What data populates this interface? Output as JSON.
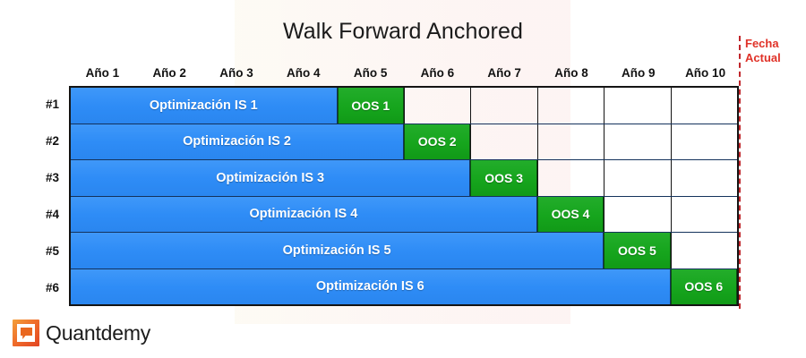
{
  "chart_data": {
    "type": "bar",
    "title": "Walk Forward Anchored",
    "xlabel": "",
    "ylabel": "",
    "grid": true,
    "legend_position": "none",
    "categories": [
      "Año 1",
      "Año 2",
      "Año 3",
      "Año 4",
      "Año 5",
      "Año 6",
      "Año 7",
      "Año 8",
      "Año 9",
      "Año 10"
    ],
    "x_range": [
      1,
      10
    ],
    "row_labels": [
      "#1",
      "#2",
      "#3",
      "#4",
      "#5",
      "#6"
    ],
    "annotations": [
      {
        "name": "current-date-marker",
        "label_line1": "Fecha",
        "label_line2": "Actual",
        "x": 10,
        "style": "dash-dot vertical line",
        "color": "#e03228"
      }
    ],
    "series": [
      {
        "row": "#1",
        "segments": [
          {
            "label": "Optimización IS 1",
            "kind": "IS",
            "start_year": 1,
            "end_year": 5,
            "color": "#2e8cf6"
          },
          {
            "label": "OOS 1",
            "kind": "OOS",
            "start_year": 5,
            "end_year": 6,
            "color": "#16a51d"
          }
        ]
      },
      {
        "row": "#2",
        "segments": [
          {
            "label": "Optimización IS 2",
            "kind": "IS",
            "start_year": 1,
            "end_year": 6,
            "color": "#2e8cf6"
          },
          {
            "label": "OOS 2",
            "kind": "OOS",
            "start_year": 6,
            "end_year": 7,
            "color": "#16a51d"
          }
        ]
      },
      {
        "row": "#3",
        "segments": [
          {
            "label": "Optimización IS 3",
            "kind": "IS",
            "start_year": 1,
            "end_year": 7,
            "color": "#2e8cf6"
          },
          {
            "label": "OOS 3",
            "kind": "OOS",
            "start_year": 7,
            "end_year": 8,
            "color": "#16a51d"
          }
        ]
      },
      {
        "row": "#4",
        "segments": [
          {
            "label": "Optimización IS 4",
            "kind": "IS",
            "start_year": 1,
            "end_year": 8,
            "color": "#2e8cf6"
          },
          {
            "label": "OOS 4",
            "kind": "OOS",
            "start_year": 8,
            "end_year": 9,
            "color": "#16a51d"
          }
        ]
      },
      {
        "row": "#5",
        "segments": [
          {
            "label": "Optimización IS 5",
            "kind": "IS",
            "start_year": 1,
            "end_year": 9,
            "color": "#2e8cf6"
          },
          {
            "label": "OOS 5",
            "kind": "OOS",
            "start_year": 9,
            "end_year": 10,
            "color": "#16a51d"
          }
        ]
      },
      {
        "row": "#6",
        "segments": [
          {
            "label": "Optimización IS 6",
            "kind": "IS",
            "start_year": 1,
            "end_year": 10,
            "color": "#2e8cf6"
          },
          {
            "label": "OOS 6",
            "kind": "OOS",
            "start_year": 10,
            "end_year": 11,
            "color": "#16a51d"
          }
        ]
      }
    ]
  },
  "brand": {
    "name": "Quantdemy",
    "mark_icon": "speech-bubble-square-icon",
    "mark_color": "#ef6c2a"
  }
}
